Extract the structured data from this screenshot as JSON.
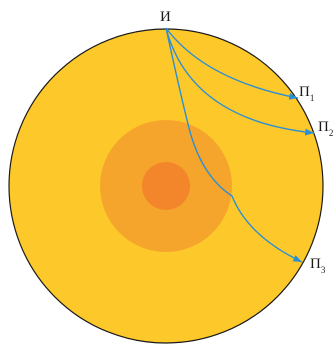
{
  "diagram": {
    "source_label": "И",
    "receivers": [
      {
        "letter": "П",
        "index": "1"
      },
      {
        "letter": "П",
        "index": "2"
      },
      {
        "letter": "П",
        "index": "3"
      }
    ],
    "colors": {
      "outer_layer": "#fdc82a",
      "middle_layer": "#f6a52c",
      "inner_core": "#f3852b",
      "outline": "#1a1a1a",
      "rays": "#2b8fd4",
      "text": "#1a1a1a"
    }
  }
}
